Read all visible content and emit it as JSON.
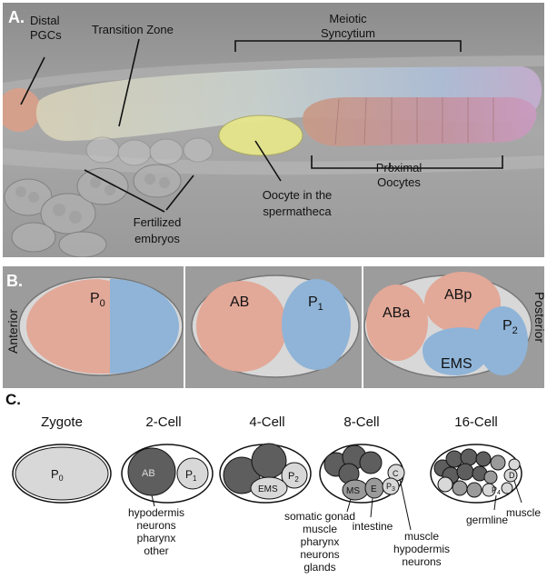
{
  "panel_a": {
    "letter": "A.",
    "distal_pgcs_line1": "Distal",
    "distal_pgcs_line2": "PGCs",
    "transition_zone": "Transition Zone",
    "meiotic_line1": "Meiotic",
    "meiotic_line2": "Syncytium",
    "proximal_line1": "Proximal",
    "proximal_line2": "Oocytes",
    "sperm_line1": "Oocyte in the",
    "sperm_line2": "spermatheca",
    "embryos_line1": "Fertilized",
    "embryos_line2": "embryos"
  },
  "panel_b": {
    "letter": "B.",
    "anterior": "Anterior",
    "posterior": "Posterior",
    "p0": "P",
    "p0_sub": "0",
    "ab": "AB",
    "p1": "P",
    "p1_sub": "1",
    "aba": "ABa",
    "abp": "ABp",
    "p2": "P",
    "p2_sub": "2",
    "ems": "EMS"
  },
  "panel_c": {
    "letter": "C.",
    "stages": [
      "Zygote",
      "2-Cell",
      "4-Cell",
      "8-Cell",
      "16-Cell"
    ],
    "zygote_cell": "P",
    "zygote_sub": "0",
    "two_ab": "AB",
    "two_p": "P",
    "two_p_sub": "1",
    "four_p": "P",
    "four_p_sub": "2",
    "four_ems": "EMS",
    "eight_ms": "MS",
    "eight_e": "E",
    "eight_c": "C",
    "eight_p": "P",
    "eight_p_sub": "3",
    "sixteen_p": "P",
    "sixteen_p_sub": "4",
    "sixteen_d": "D",
    "ab_fates": [
      "hypodermis",
      "neurons",
      "pharynx",
      "other"
    ],
    "ms_fates": [
      "somatic gonad",
      "muscle",
      "pharynx",
      "neurons",
      "glands"
    ],
    "e_fate": "intestine",
    "c_fates": [
      "muscle",
      "hypodermis",
      "neurons"
    ],
    "p4_fate": "germline",
    "d_fate": "muscle"
  },
  "colors": {
    "micrograph_bg": "#9a9a9a",
    "pink": "#e2a898",
    "blue": "#8fb4d8",
    "yellow": "#e6e68c",
    "dark_cell": "#5e5e5e",
    "light_cell": "#d8d8d8"
  }
}
